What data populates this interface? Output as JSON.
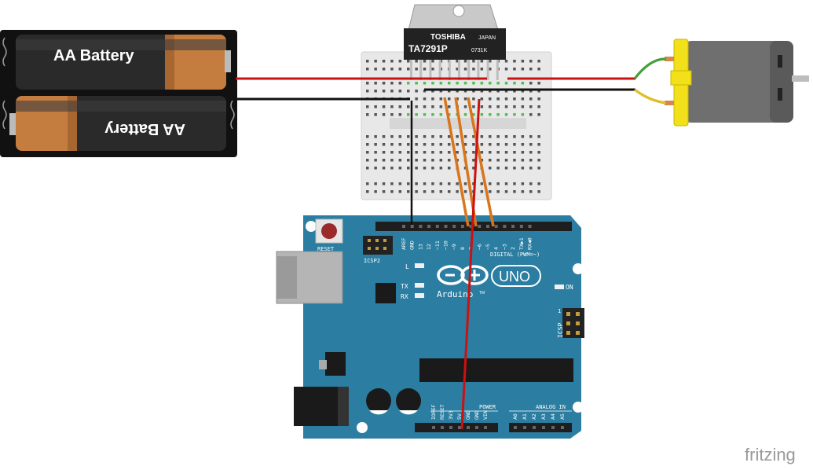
{
  "battery": {
    "cell_top_label": "AA Battery",
    "cell_bottom_label": "AA Battery"
  },
  "driver_chip": {
    "brand": "TOSHIBA",
    "country": "JAPAN",
    "part": "TA7291P",
    "code": "0731K"
  },
  "arduino": {
    "reset_label": "RESET",
    "icsp2_label": "ICSP2",
    "icsp_label": "ICSP",
    "icsp_pin1": "1",
    "led_l": "L",
    "led_tx": "TX",
    "led_rx": "RX",
    "led_on": "ON",
    "logo_brand": "Arduino",
    "logo_tm": "TM",
    "logo_model": "UNO",
    "digital_label": "DIGITAL (PWM=~)",
    "power_label": "POWER",
    "analog_label": "ANALOG IN",
    "digital_pins": [
      "AREF",
      "GND",
      "13",
      "12",
      "~11",
      "~10",
      "~9",
      "8",
      "7",
      "~6",
      "~5",
      "4",
      "~3",
      "2",
      "TX▶1",
      "RX◀0"
    ],
    "power_pins": [
      "IOREF",
      "RESET",
      "3V3",
      "5V",
      "GND",
      "GND",
      "VIN"
    ],
    "analog_pins": [
      "A0",
      "A1",
      "A2",
      "A3",
      "A4",
      "A5"
    ]
  },
  "watermark": "fritzing",
  "colors": {
    "board": "#2b7ea1",
    "wire_red": "#cc1111",
    "wire_black": "#111111",
    "wire_orange": "#d9751c",
    "wire_green": "#3aa53a",
    "wire_yellow": "#e6c21a",
    "motor_yellow": "#f2e01a"
  }
}
